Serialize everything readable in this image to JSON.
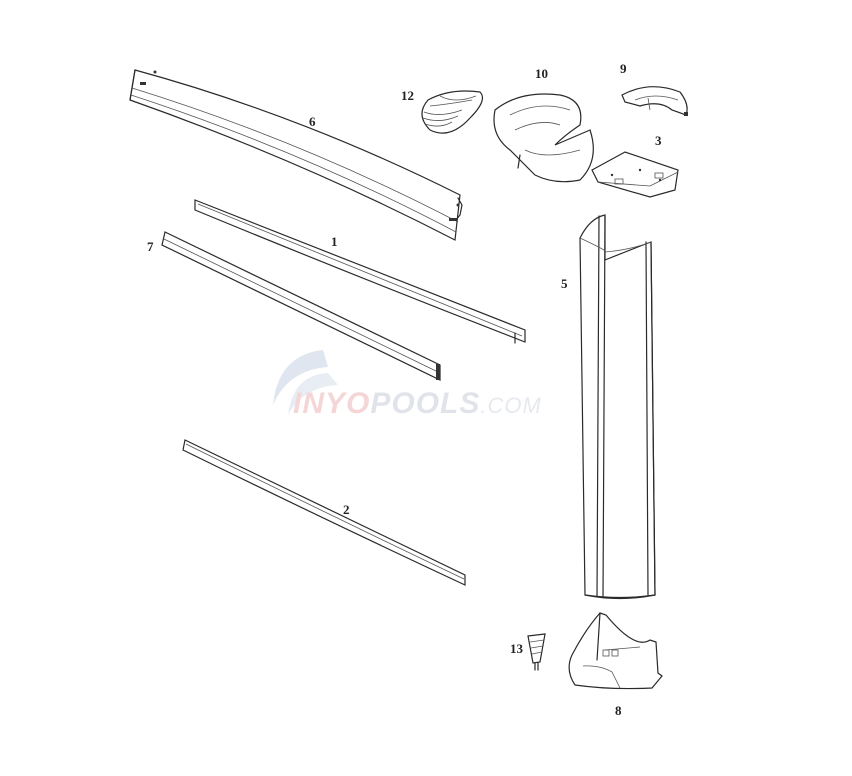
{
  "diagram": {
    "type": "exploded-parts-diagram",
    "subject": "above-ground pool wall/top rail components",
    "watermark": {
      "brand_part1": "INYO",
      "brand_part2": "POOLS",
      "brand_part3": ".COM",
      "colors": {
        "part1": "#f4d6d6",
        "part2": "#e0e4ea",
        "swirl": "#dfe6ef"
      }
    },
    "parts": [
      {
        "id": "1",
        "label": "1",
        "description": "curved top rail stabilizer strip"
      },
      {
        "id": "2",
        "label": "2",
        "description": "curved bottom track"
      },
      {
        "id": "3",
        "label": "3",
        "description": "top plate"
      },
      {
        "id": "5",
        "label": "5",
        "description": "upright column cover"
      },
      {
        "id": "6",
        "label": "6",
        "description": "curved top ledge / top rail"
      },
      {
        "id": "7",
        "label": "7",
        "description": "straight connector strip"
      },
      {
        "id": "8",
        "label": "8",
        "description": "base shoe / bottom cover"
      },
      {
        "id": "9",
        "label": "9",
        "description": "small top cap"
      },
      {
        "id": "10",
        "label": "10",
        "description": "top cap"
      },
      {
        "id": "12",
        "label": "12",
        "description": "ribbed cap insert"
      },
      {
        "id": "13",
        "label": "13",
        "description": "screw plug"
      }
    ]
  }
}
